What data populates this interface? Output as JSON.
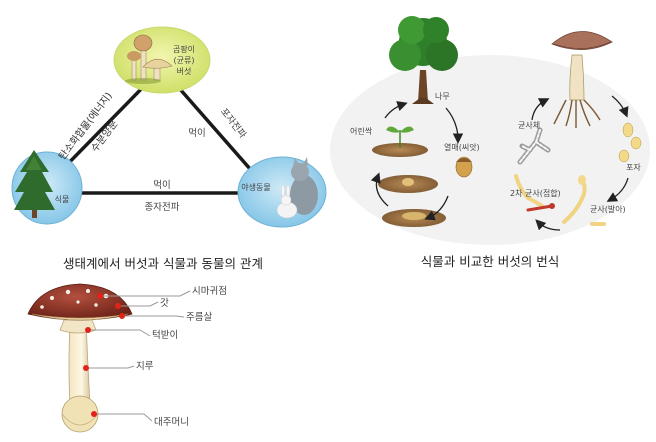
{
  "ecosystem": {
    "caption": "생태계에서 버섯과 식물과 동물의 관계",
    "nodes": {
      "fungi": [
        "곰팡이",
        "(균류)",
        "버섯"
      ],
      "plant": "식물",
      "animal": "야생동물"
    },
    "edges": {
      "left_blue": "탄소화합물(에너지)",
      "left_red": "수분양분",
      "right": "포자전파",
      "right_inner": "먹이",
      "bottom_top": "먹이",
      "bottom_bottom": "종자전파"
    }
  },
  "anatomy": {
    "parts": [
      "시마귀점",
      "갓",
      "주름살",
      "턱받이",
      "지루",
      "대주머니"
    ]
  },
  "reproduction": {
    "caption": "식물과 비교한 버섯의 번식",
    "plant_cycle": {
      "tree": "나무",
      "fruit": "열매(씨앗)",
      "seedling": "어린싹"
    },
    "mushroom_cycle": {
      "fruiting_body": "균사체",
      "spore": "포자",
      "primary_hyphae": "균사(발아)",
      "secondary_hyphae": "2차 균사(접합)"
    }
  }
}
